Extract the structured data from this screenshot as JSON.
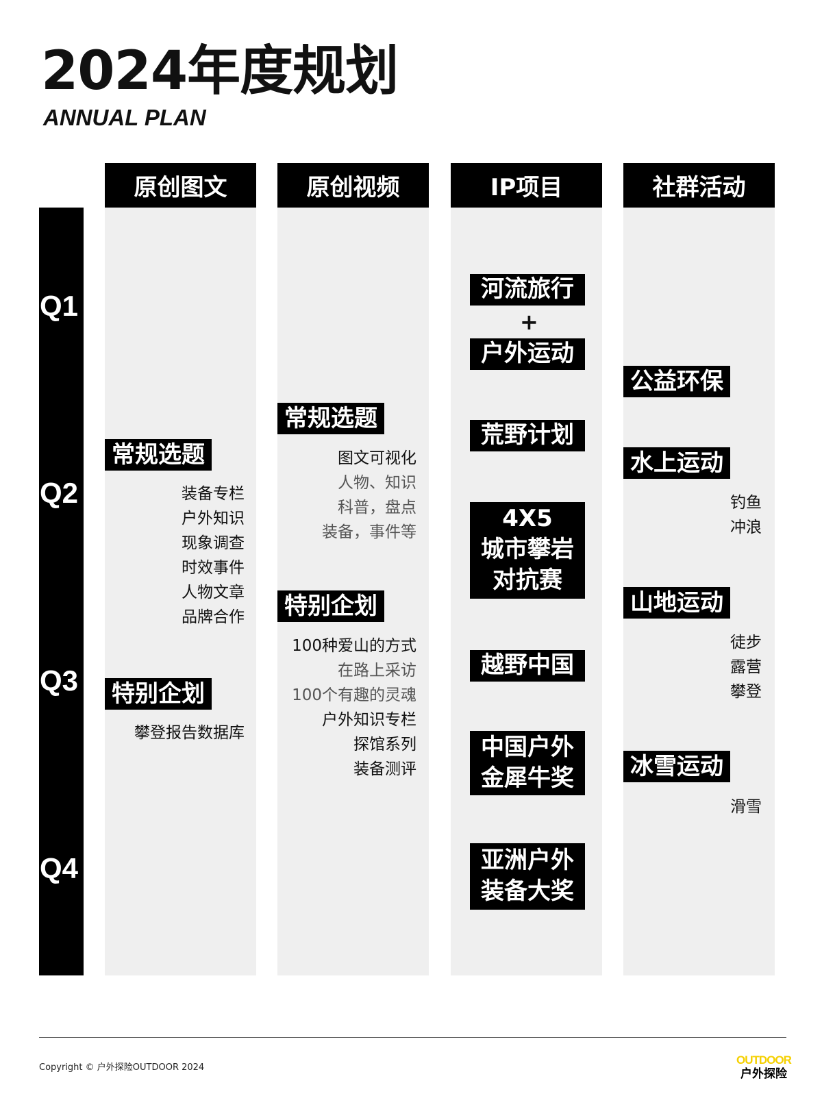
{
  "title": "2024年度规划",
  "subtitle": "ANNUAL PLAN",
  "columns": [
    "原创图文",
    "原创视频",
    "IP项目",
    "社群活动"
  ],
  "quarters": [
    "Q1",
    "Q2",
    "Q3",
    "Q4"
  ],
  "col1": {
    "tag1": "常规选题",
    "list1": [
      "装备专栏",
      "户外知识",
      "现象调查",
      "时效事件",
      "人物文章",
      "品牌合作"
    ],
    "tag2": "特别企划",
    "list2": [
      "攀登报告数据库"
    ]
  },
  "col2": {
    "tag1": "常规选题",
    "list1": [
      "图文可视化",
      "人物、知识",
      "科普，盘点",
      "装备，事件等"
    ],
    "tag2": "特别企划",
    "list2": [
      "100种爱山的方式",
      "在路上采访",
      "100个有趣的灵魂",
      "户外知识专栏",
      "探馆系列",
      "装备测评"
    ]
  },
  "col3": {
    "item1": "河流旅行",
    "plus": "+",
    "item2": "户外运动",
    "item3": "荒野计划",
    "item4": [
      "4X5",
      "城市攀岩",
      "对抗赛"
    ],
    "item5": "越野中国",
    "item6": [
      "中国户外",
      "金犀牛奖"
    ],
    "item7": [
      "亚洲户外",
      "装备大奖"
    ]
  },
  "col4": {
    "tag1": "公益环保",
    "tag2": "水上运动",
    "list2": [
      "钓鱼",
      "冲浪"
    ],
    "tag3": "山地运动",
    "list3": [
      "徒步",
      "露营",
      "攀登"
    ],
    "tag4": "冰雪运动",
    "list4": [
      "滑雪"
    ]
  },
  "footer": {
    "copyright": "Copyright © 户外探险OUTDOOR 2024",
    "logo_en": "OUTDOOR",
    "logo_cn": "户外探险"
  }
}
